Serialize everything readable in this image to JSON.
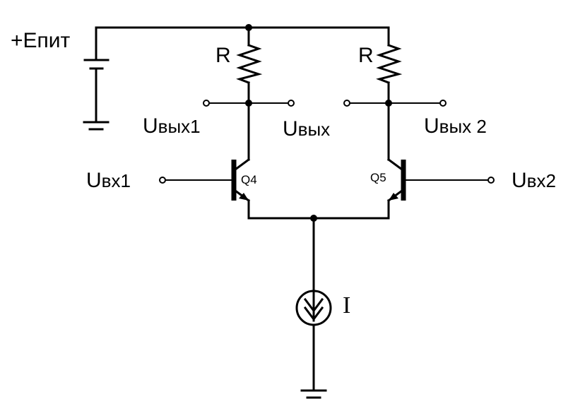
{
  "labels": {
    "supply": "+Eпит",
    "r_left": "R",
    "r_right": "R",
    "out1_main": "U",
    "out1_sub": "вых1",
    "out_main": "U",
    "out_sub": "вых",
    "out2_main": "U",
    "out2_sub": "вых 2",
    "in1_main": "U",
    "in1_sub": "вх1",
    "in2_main": "U",
    "in2_sub": "вх2",
    "q_left": "Q4",
    "q_right": "Q5",
    "current": "I"
  },
  "colors": {
    "line": "#000000",
    "background": "#ffffff"
  }
}
